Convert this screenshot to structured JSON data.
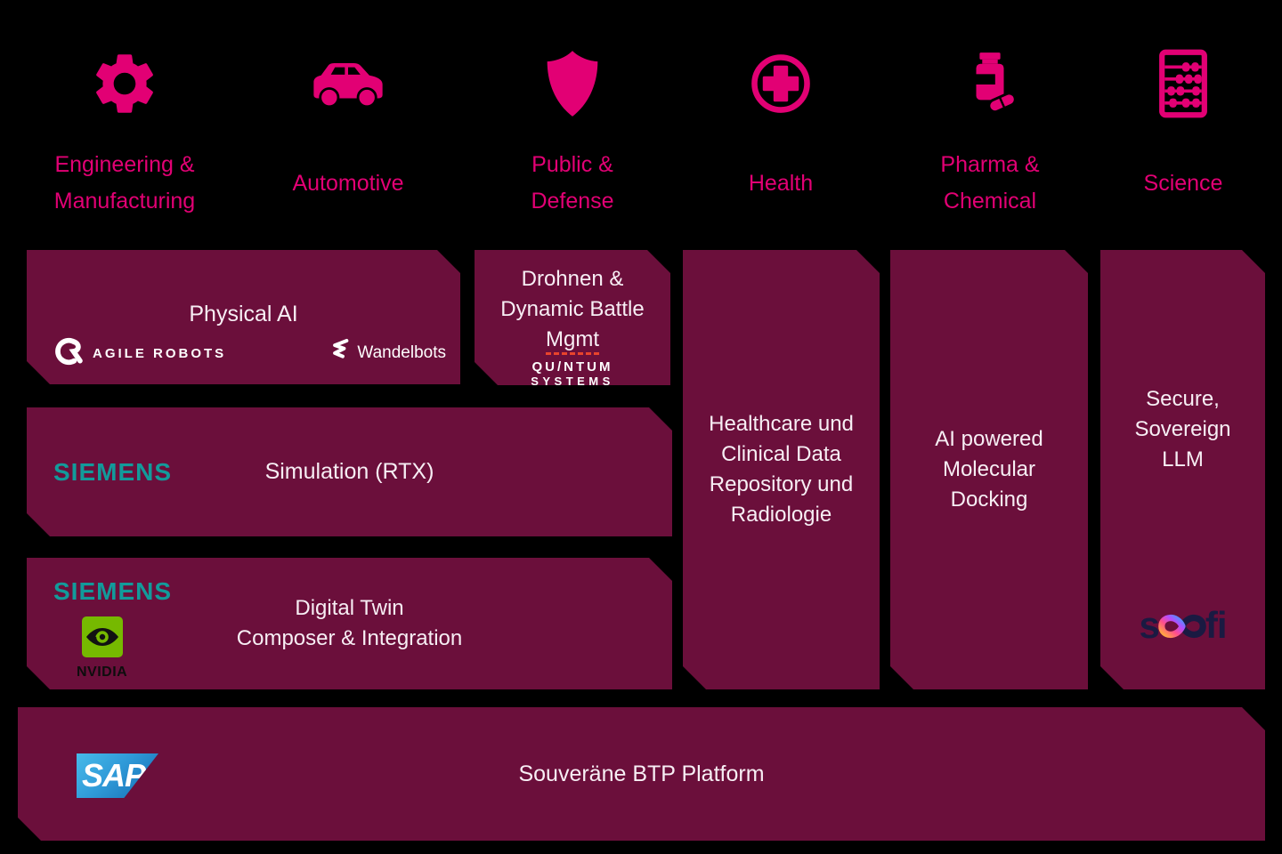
{
  "colors": {
    "background": "#000000",
    "accent_magenta": "#E20074",
    "block_berry": "#6B0F3B",
    "block_text": "#F7EEF4",
    "siemens_teal": "#129B9B",
    "nvidia_green": "#76B900",
    "sap_blue_light": "#47BAE9",
    "sap_blue_dark": "#1168B0",
    "spellcheck_underline_red": "#E8442C",
    "scofi_dark_navy": "#1A1A42",
    "scofi_gradient": [
      "#FFB03A",
      "#FF4D8D",
      "#B44CFF",
      "#3AA0FF"
    ]
  },
  "industries": [
    {
      "name": "engineering-manufacturing",
      "icon": "gear-icon",
      "lines": [
        "Engineering &",
        "Manufacturing"
      ]
    },
    {
      "name": "automotive",
      "icon": "car-icon",
      "lines": [
        "Automotive"
      ]
    },
    {
      "name": "public-defense",
      "icon": "shield-icon",
      "lines": [
        "Public &",
        "Defense"
      ]
    },
    {
      "name": "health",
      "icon": "health-cross-icon",
      "lines": [
        "Health"
      ]
    },
    {
      "name": "pharma-chemical",
      "icon": "pill-bottle-icon",
      "lines": [
        "Pharma &",
        "Chemical"
      ]
    },
    {
      "name": "science",
      "icon": "abacus-icon",
      "lines": [
        "Science"
      ]
    }
  ],
  "blocks": {
    "physical_ai": {
      "title": "Physical AI",
      "partners": {
        "agile_robots": "AGILE ROBOTS",
        "wandelbots": "Wandelbots"
      }
    },
    "drones": {
      "lines": [
        "Drohnen &",
        "Dynamic Battle",
        "Mgmt"
      ],
      "partner_lines": [
        "QU/NTUM",
        "SYSTEMS"
      ]
    },
    "healthcare": {
      "lines": [
        "Healthcare und",
        "Clinical Data",
        "Repository und",
        "Radiologie"
      ]
    },
    "molecular": {
      "lines": [
        "AI powered",
        "Molecular",
        "Docking"
      ]
    },
    "llm": {
      "lines": [
        "Secure,",
        "Sovereign",
        "LLM"
      ],
      "partner": {
        "name": "scofi",
        "prefix": "s",
        "suffix": "fi"
      }
    },
    "simulation": {
      "partner": "SIEMENS",
      "title": "Simulation (RTX)"
    },
    "digital_twin": {
      "partner": "SIEMENS",
      "nvidia": "NVIDIA",
      "lines": [
        "Digital Twin",
        "Composer & Integration"
      ]
    },
    "platform": {
      "partner": "SAP",
      "title": "Souveräne BTP Platform"
    }
  }
}
